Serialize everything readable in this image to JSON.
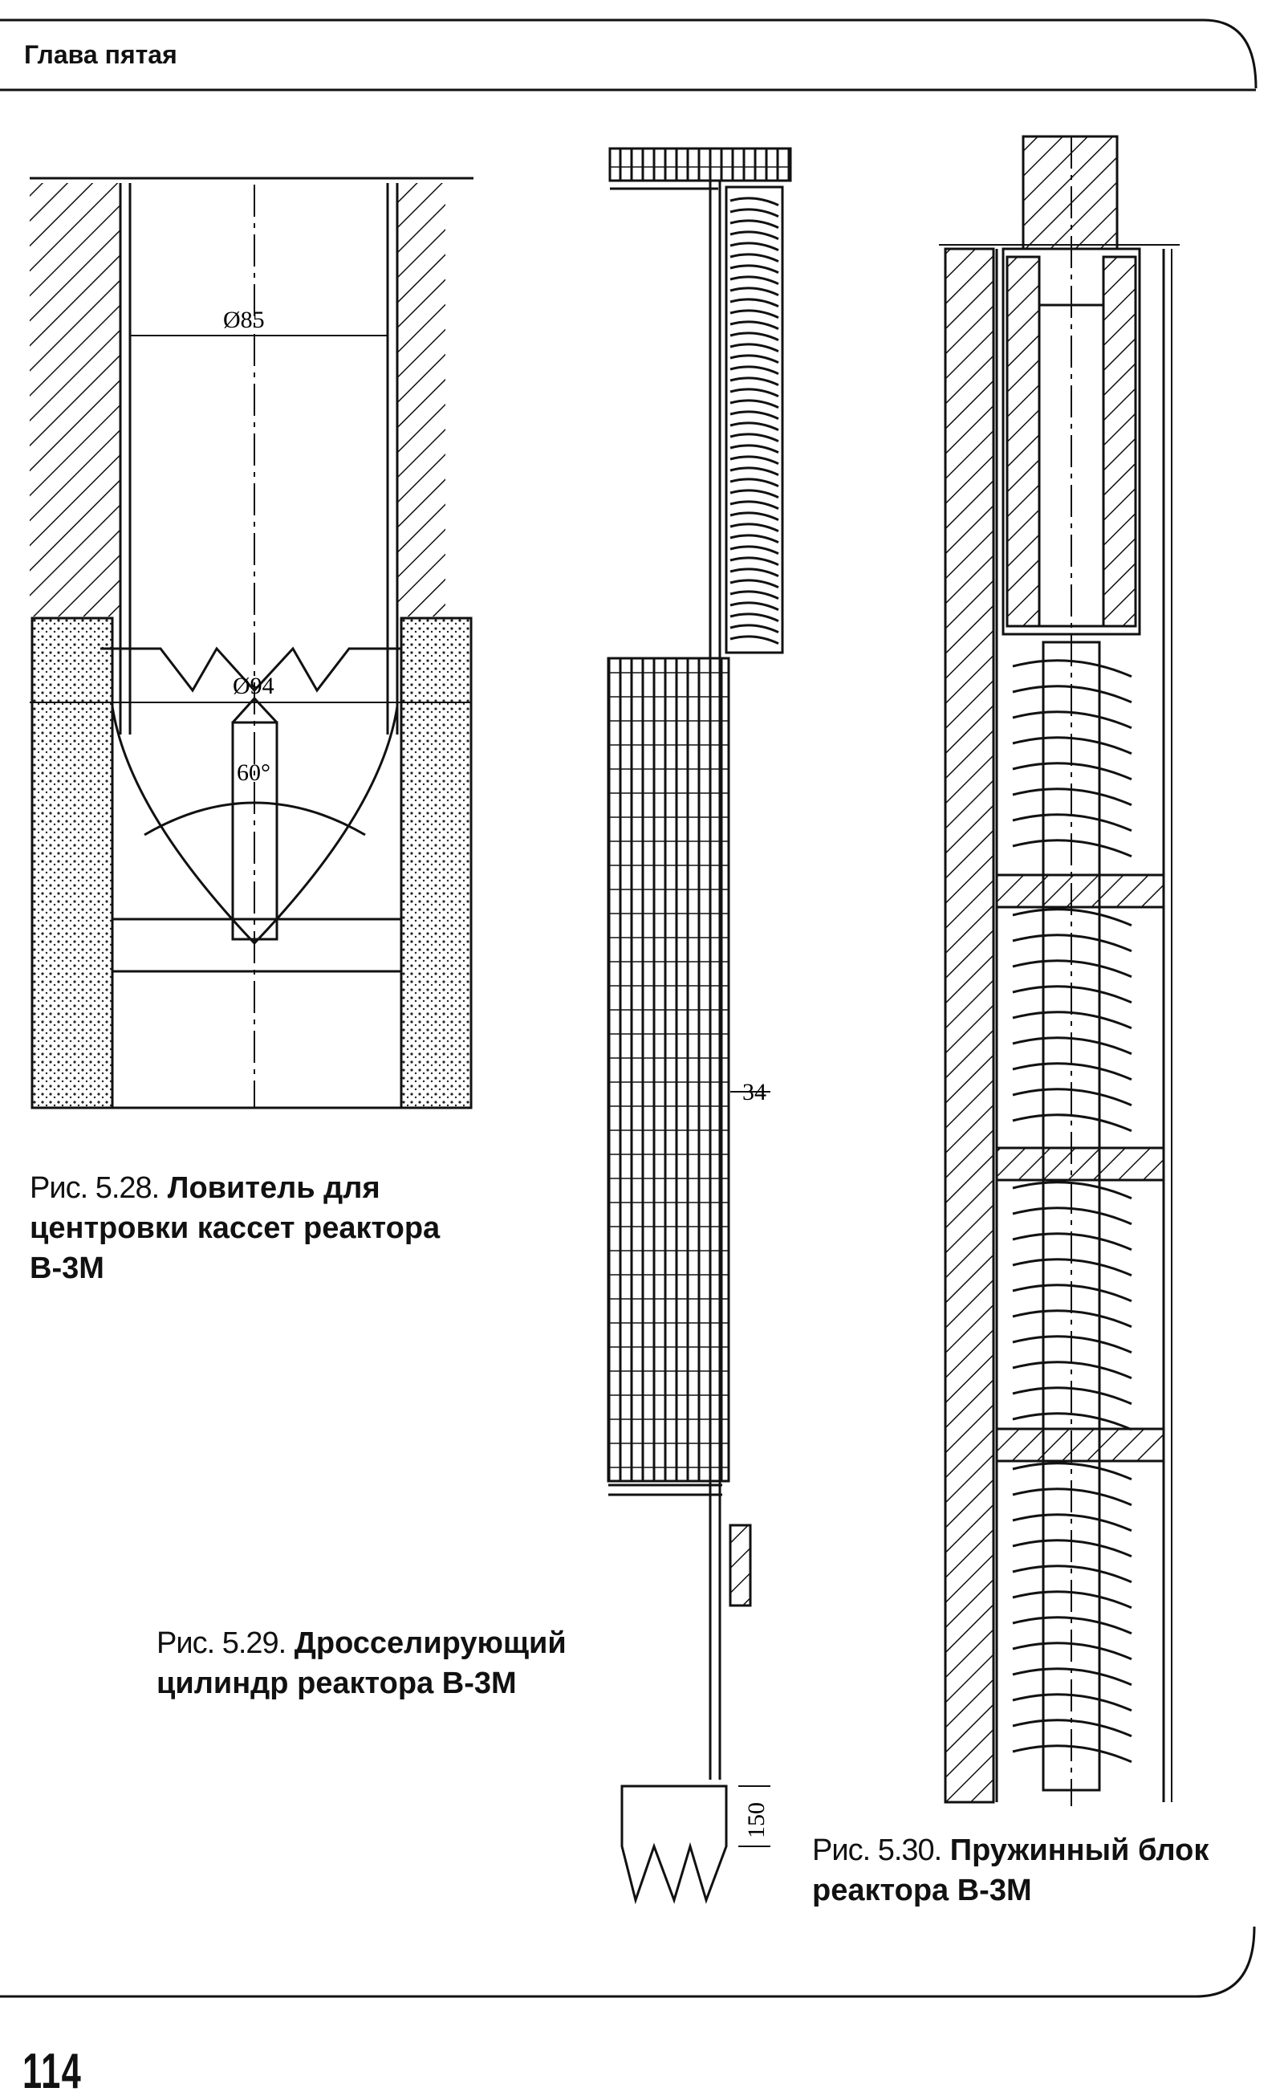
{
  "header": {
    "title": "Глава пятая"
  },
  "figures": [
    {
      "number": "Рис. 5.28.",
      "title": "Ловитель для центровки кассет реактора В-3М",
      "dimensions": {
        "inner_diameter": "Ø85",
        "outer_diameter": "Ø94",
        "angle": "60°"
      }
    },
    {
      "number": "Рис. 5.29.",
      "title": "Дросселирующий цилиндр реактора В-3М",
      "dimensions": {
        "width": "34",
        "length": "150"
      }
    },
    {
      "number": "Рис. 5.30.",
      "title": "Пружинный блок реактора В-3М"
    }
  ],
  "footer": {
    "page_number": "114"
  }
}
